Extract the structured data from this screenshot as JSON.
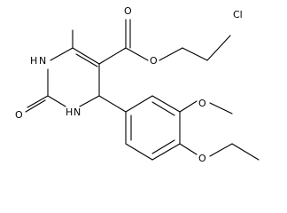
{
  "molecule": {
    "atoms": {
      "cl": "Cl",
      "o_carbonyl": "O",
      "o_ester": "O",
      "nh_top": "H",
      "n_top": "N",
      "o_urea": "O",
      "nh_bottom": "H",
      "n_bottom": "N",
      "o_methoxy": "O",
      "o_ethoxy": "O"
    }
  },
  "colors": {
    "bond": "#000000",
    "label": "#000000",
    "background": "#ffffff"
  }
}
